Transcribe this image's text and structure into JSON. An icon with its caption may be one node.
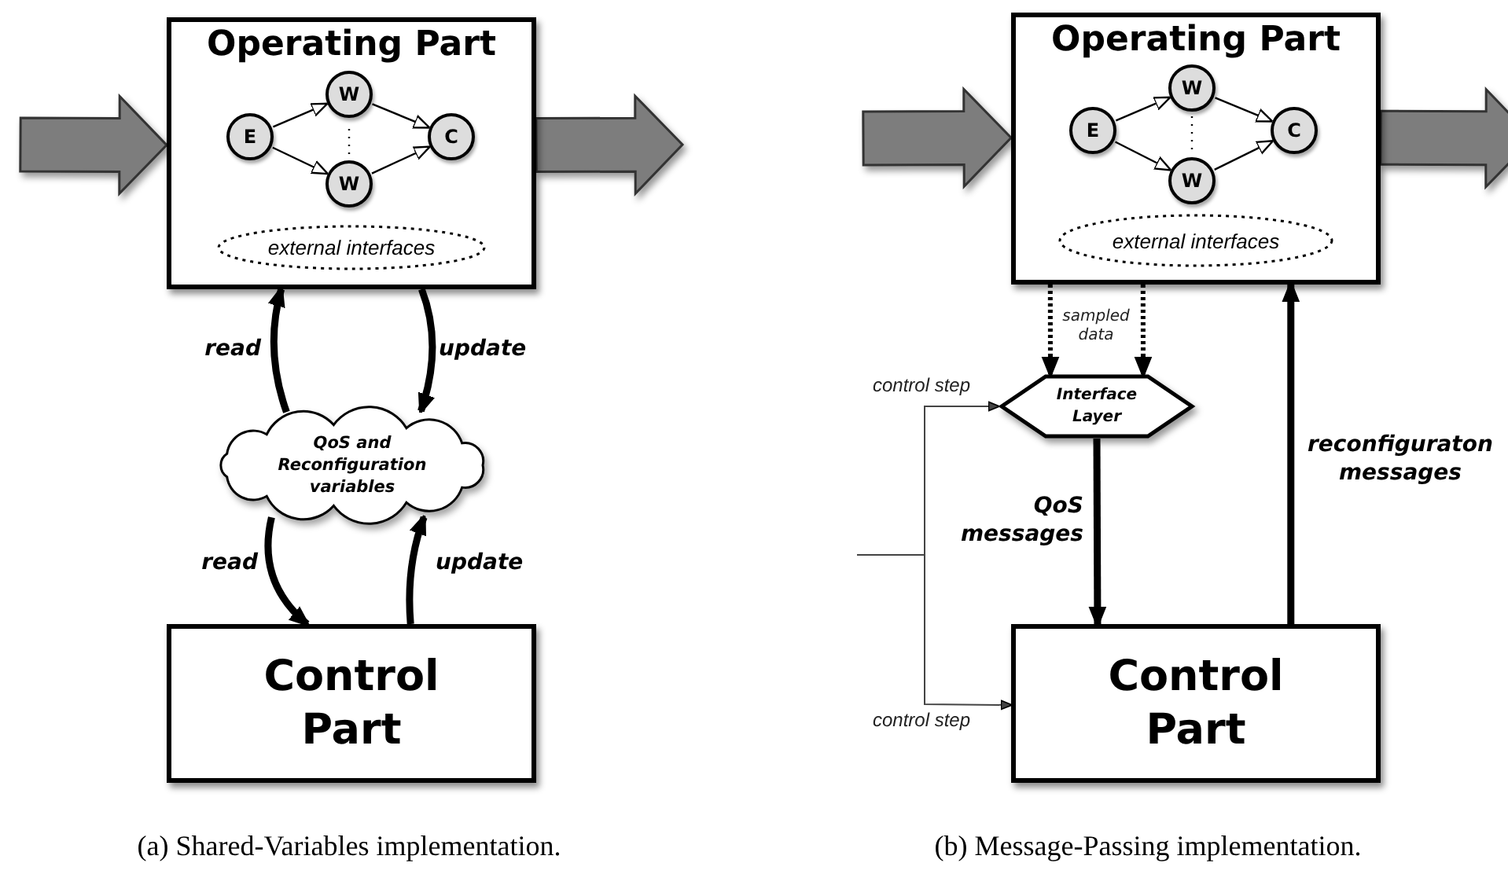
{
  "diagram": {
    "nodes": [
      {
        "text": [
          "Operating Part"
        ]
      },
      {
        "text": [
          "E"
        ],
        "in": 0
      },
      {
        "text": [
          "W"
        ],
        "in": 0
      },
      {
        "text": [
          "W"
        ],
        "in": 0
      },
      {
        "text": [
          "C"
        ],
        "in": 0
      },
      {
        "text": [
          "external interfaces"
        ],
        "in": 0
      },
      {
        "text": [
          "QoS and Reconfiguration variables"
        ]
      },
      {
        "text": [
          "Control Part"
        ]
      },
      {
        "text": [
          "Operating Part"
        ]
      },
      {
        "text": [
          "E"
        ],
        "in": 8
      },
      {
        "text": [
          "W"
        ],
        "in": 8
      },
      {
        "text": [
          "W"
        ],
        "in": 8
      },
      {
        "text": [
          "C"
        ],
        "in": 8
      },
      {
        "text": [
          "external interfaces"
        ],
        "in": 8
      },
      {
        "text": [
          "Interface Layer"
        ]
      },
      {
        "text": [
          "Control Part"
        ]
      }
    ],
    "edges": [
      {
        "from": 1,
        "to": 2,
        "arrow": "to"
      },
      {
        "from": 1,
        "to": 3,
        "arrow": "to"
      },
      {
        "from": 2,
        "to": 4,
        "arrow": "to"
      },
      {
        "from": 3,
        "to": 4,
        "arrow": "to"
      },
      {
        "from": 6,
        "to": 0,
        "arrow": "to",
        "label": "read",
        "style": "thick"
      },
      {
        "from": 0,
        "to": 6,
        "arrow": "to",
        "label": "update",
        "style": "thick"
      },
      {
        "from": 6,
        "to": 7,
        "arrow": "to",
        "label": "read",
        "style": "thick"
      },
      {
        "from": 7,
        "to": 6,
        "arrow": "to",
        "label": "update",
        "style": "thick"
      },
      {
        "from": null,
        "to": 0,
        "arrow": "to",
        "style": "thick",
        "color": "#7d7d7d"
      },
      {
        "from": 0,
        "to": null,
        "arrow": "to",
        "style": "thick",
        "color": "#7d7d7d"
      },
      {
        "from": 9,
        "to": 10,
        "arrow": "to"
      },
      {
        "from": 9,
        "to": 11,
        "arrow": "to"
      },
      {
        "from": 10,
        "to": 12,
        "arrow": "to"
      },
      {
        "from": 11,
        "to": 12,
        "arrow": "to"
      },
      {
        "from": 8,
        "to": 14,
        "arrow": "to",
        "style": "dashed"
      },
      {
        "from": 8,
        "to": 14,
        "arrow": "to",
        "style": "dashed"
      },
      {
        "from": 14,
        "to": 15,
        "arrow": "to",
        "label": "QoS messages",
        "style": "thick"
      },
      {
        "from": 15,
        "to": 8,
        "arrow": "to",
        "label": "reconfiguraton messages",
        "style": "thick"
      },
      {
        "from": null,
        "to": 14,
        "arrow": "to",
        "label": "control step"
      },
      {
        "from": null,
        "to": 15,
        "arrow": "to",
        "label": "control step"
      },
      {
        "from": null,
        "to": 8,
        "arrow": "to",
        "style": "thick",
        "color": "#7d7d7d"
      },
      {
        "from": 8,
        "to": null,
        "arrow": "to",
        "style": "thick",
        "color": "#7d7d7d"
      }
    ],
    "labels": [
      "sampled data",
      "(a) Shared-Variables implementation.",
      "(b) Message-Passing implementation."
    ]
  }
}
